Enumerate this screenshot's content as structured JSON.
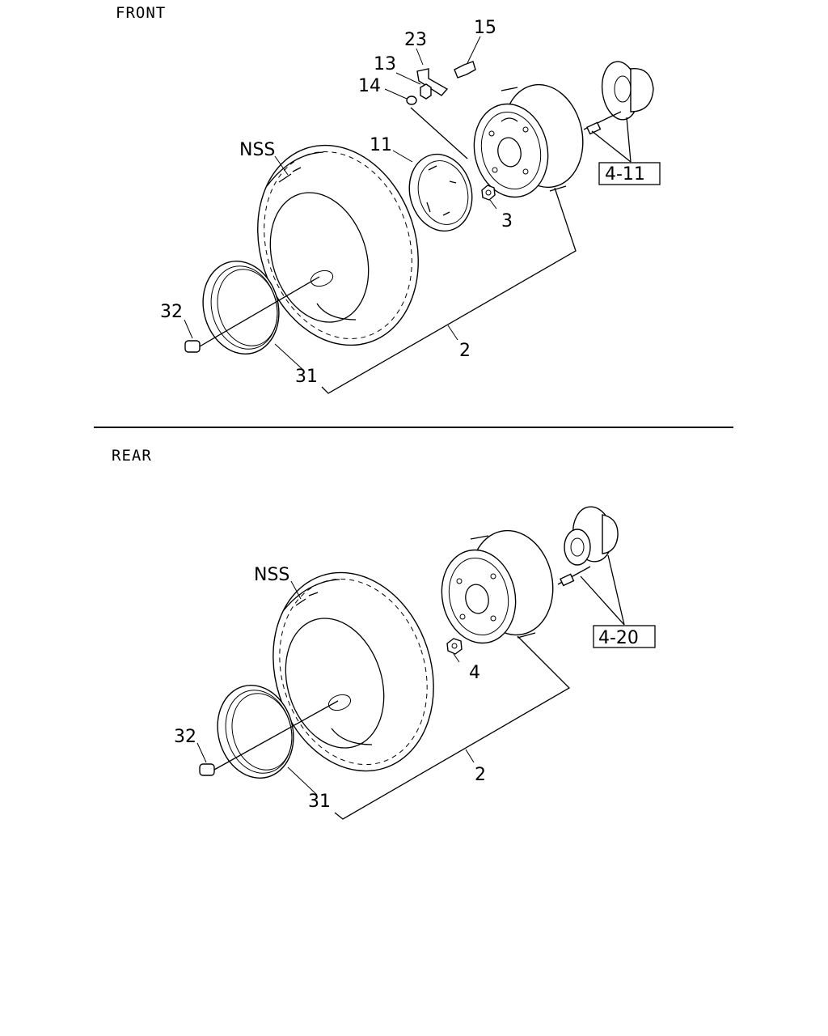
{
  "sections": {
    "front": {
      "title": "FRONT",
      "labels": {
        "nss": "NSS",
        "p11": "11",
        "p13": "13",
        "p14": "14",
        "p23": "23",
        "p15": "15",
        "p3": "3",
        "p32": "32",
        "p31": "31",
        "p2": "2",
        "ref": "4-11"
      }
    },
    "rear": {
      "title": "REAR",
      "labels": {
        "nss": "NSS",
        "p4": "4",
        "p32": "32",
        "p31": "31",
        "p2": "2",
        "ref": "4-20"
      }
    }
  }
}
